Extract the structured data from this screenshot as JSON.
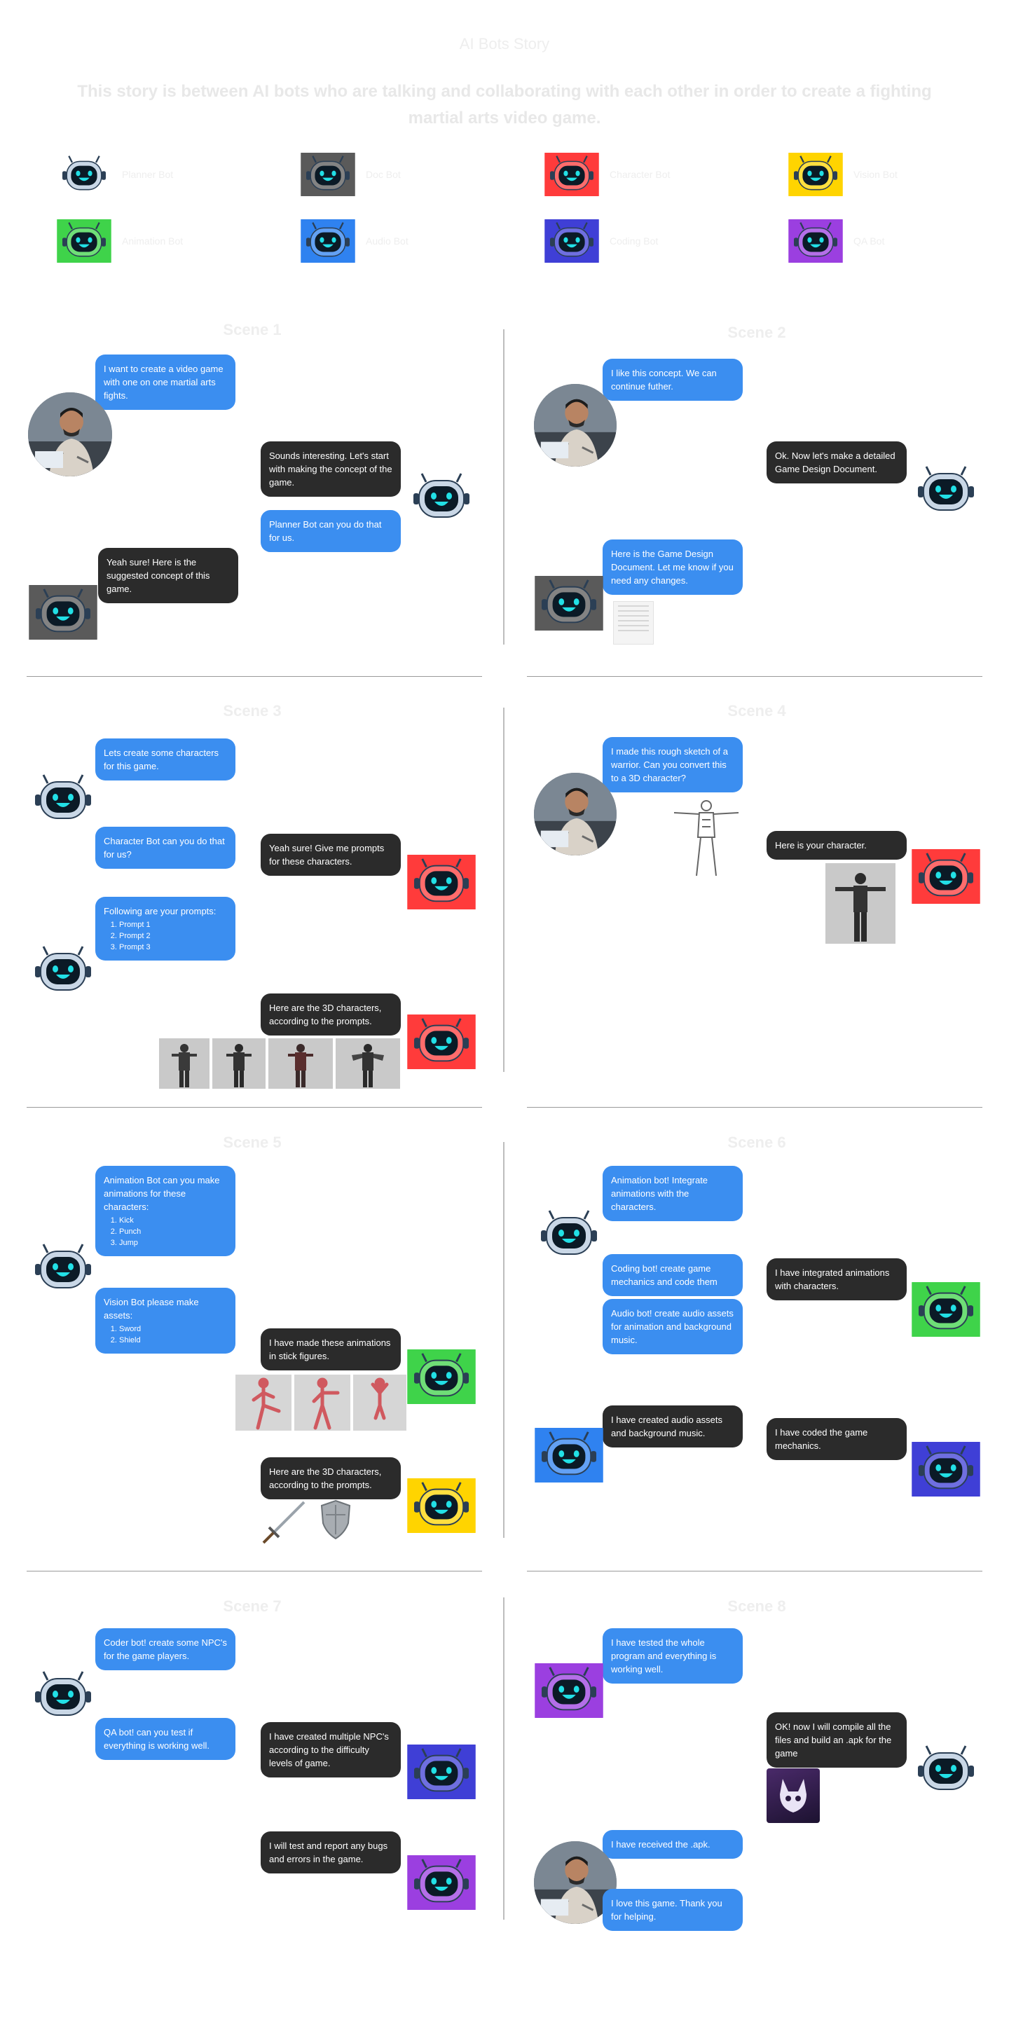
{
  "header": {
    "title": "AI Bots Story",
    "intro": "This story is between AI bots who are talking and collaborating with each other in order to create a fighting martial arts video game."
  },
  "colors": {
    "planner": "#ffffff",
    "doc": "#5a5a5a",
    "character": "#ff3b3b",
    "vision": "#ffd400",
    "animation": "#3fd34a",
    "audio": "#2f82f0",
    "coding": "#3f3fd6",
    "qa": "#9b3fe0",
    "bubble_blue": "#3b8ef0",
    "bubble_dark": "#2b2b2b"
  },
  "legend": [
    {
      "name": "Planner Bot",
      "color": "planner"
    },
    {
      "name": "Doc Bot",
      "color": "doc"
    },
    {
      "name": "Character Bot",
      "color": "character"
    },
    {
      "name": "Vision Bot",
      "color": "vision"
    },
    {
      "name": "Animation Bot",
      "color": "animation"
    },
    {
      "name": "Audio Bot",
      "color": "audio"
    },
    {
      "name": "Coding Bot",
      "color": "coding"
    },
    {
      "name": "QA Bot",
      "color": "qa"
    }
  ],
  "scenes": {
    "s1": {
      "title": "Scene 1",
      "m1": "I want to create a video game with one on one martial arts fights.",
      "m2": "Sounds interesting. Let's start with making the concept of the game.",
      "m3": "Planner Bot can you do that for us.",
      "m4": "Yeah sure! Here is the suggested concept of this game."
    },
    "s2": {
      "title": "Scene 2",
      "m1": "I like this concept. We can continue futher.",
      "m2": "Ok. Now let's make a detailed Game Design Document.",
      "m3": "Here is the Game Design Document. Let me know if you need any changes."
    },
    "s3": {
      "title": "Scene 3",
      "m1": "Lets create some characters for this game.",
      "m2": "Character Bot can you do that for us?",
      "m3": "Yeah sure! Give me prompts for these characters.",
      "m4": "Following are your prompts:",
      "m4_items": [
        "Prompt 1",
        "Prompt 2",
        "Prompt 3"
      ],
      "m5": "Here are the 3D characters, according to the prompts."
    },
    "s4": {
      "title": "Scene 4",
      "m1": "I made this rough sketch of a warrior. Can you convert this to a 3D character?",
      "m2": "Here is your character."
    },
    "s5": {
      "title": "Scene 5",
      "m1": "Animation Bot can you make animations for these characters:",
      "m1_items": [
        "Kick",
        "Punch",
        "Jump"
      ],
      "m2": "Vision Bot please make assets:",
      "m2_items": [
        "Sword",
        "Shield"
      ],
      "m3": "I have made these animations in stick figures.",
      "m4": "Here are the 3D characters, according to the prompts."
    },
    "s6": {
      "title": "Scene 6",
      "m1": "Animation bot! Integrate animations with the characters.",
      "m2": "Coding bot! create game mechanics and code them",
      "m3": "Audio bot! create audio assets for animation and background music.",
      "m4": "I have integrated animations with characters.",
      "m5": "I have created audio assets and background music.",
      "m6": "I have coded the game mechanics."
    },
    "s7": {
      "title": "Scene 7",
      "m1": "Coder bot! create some NPC's for the game players.",
      "m2": "QA bot! can you test if everything is working well.",
      "m3": "I have created multiple NPC's according to the difficulty levels of game.",
      "m4": "I will test and report any bugs and errors in the game."
    },
    "s8": {
      "title": "Scene 8",
      "m1": "I have tested the whole program and everything is working well.",
      "m2": "OK! now I will compile all the files and build an .apk for the game",
      "m3": "I have received the .apk.",
      "m4": "I love this game. Thank you for helping."
    }
  }
}
